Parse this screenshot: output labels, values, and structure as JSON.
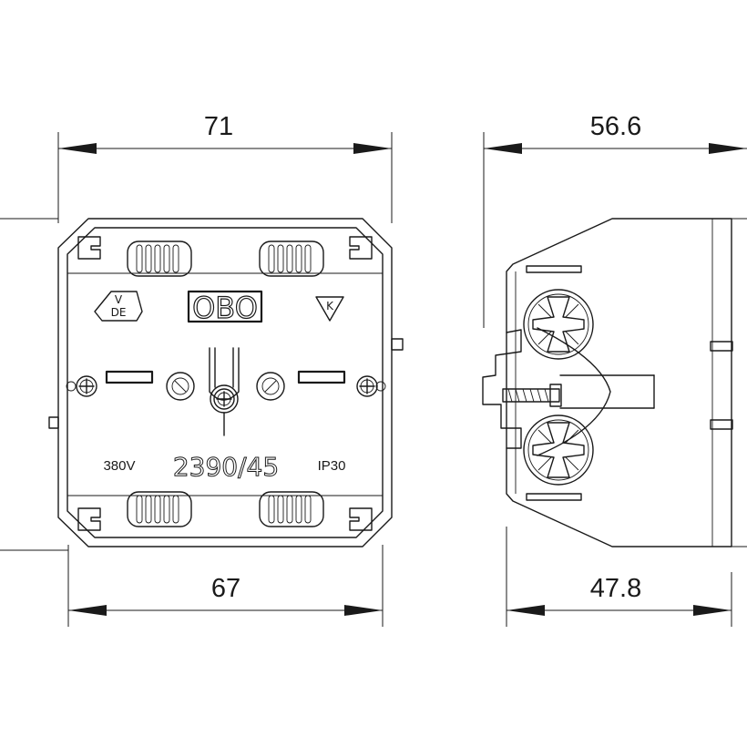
{
  "dimensions": {
    "front_width": "71",
    "front_inner_width": "67",
    "side_depth": "56.6",
    "side_inner_depth": "47.8"
  },
  "markings": {
    "logo": "OBO",
    "model": "2390/45",
    "voltage": "380V",
    "ip_rating": "IP30",
    "approval_top": "V",
    "approval_bottom": "DE",
    "class_mark": "K"
  },
  "icons": {
    "vde": "vde-approval-icon",
    "k_mark": "k-triangle-icon",
    "screw": "screw-icon",
    "thread_screw": "thread-screw-icon",
    "terminal": "cross-terminal-icon"
  },
  "colors": {
    "line": "#1a1a1a",
    "background": "#ffffff"
  }
}
